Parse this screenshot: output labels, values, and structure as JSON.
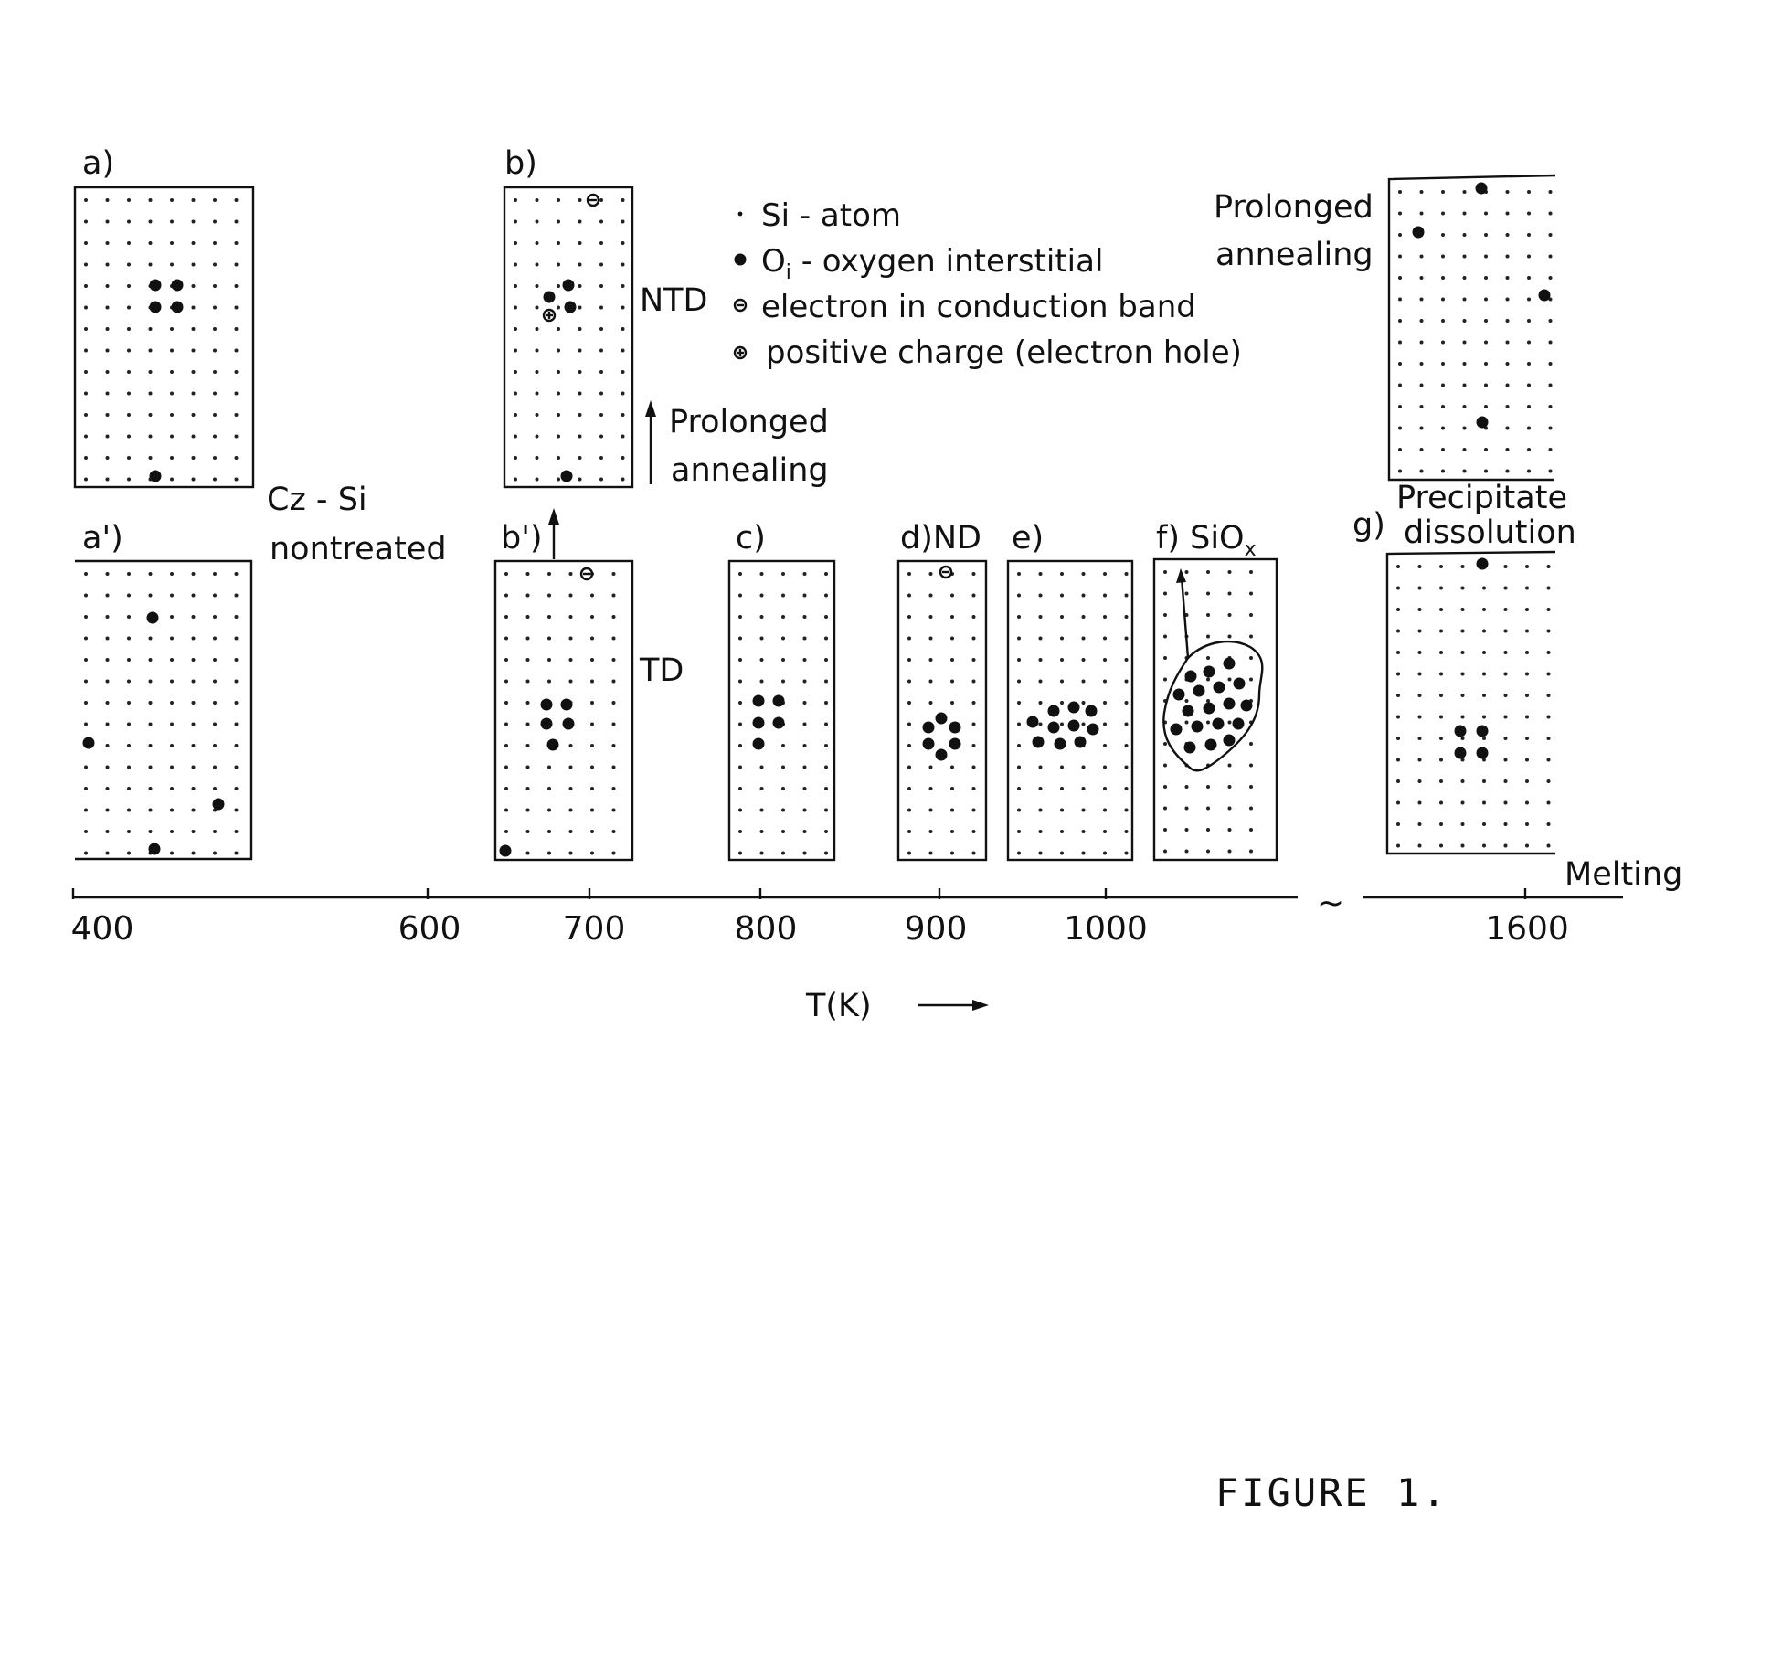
{
  "panels": {
    "a": {
      "label": "a)"
    },
    "b": {
      "label": "b)",
      "side_label": "NTD"
    },
    "a2": {
      "label": "a')"
    },
    "b2": {
      "label": "b')",
      "side_label": "TD"
    },
    "c": {
      "label": "c)"
    },
    "d": {
      "label": "d)ND"
    },
    "e": {
      "label": "e)"
    },
    "f": {
      "label": "f) SiO",
      "label_sub": "x"
    },
    "h": {
      "label": ""
    },
    "g": {
      "label": "g)"
    }
  },
  "annotations": {
    "cz_si_line1": "Cz - Si",
    "cz_si_line2": "nontreated",
    "prolonged_mid_1": "Prolonged",
    "prolonged_mid_2": "annealing",
    "prolonged_right_1": "Prolonged",
    "prolonged_right_2": "annealing",
    "precipitate_1": "Precipitate",
    "precipitate_2": "dissolution",
    "melting": "Melting"
  },
  "legend": {
    "si_atom": "Si - atom",
    "oxygen_prefix": "O",
    "oxygen_sub": "i",
    "oxygen_suffix": " - oxygen interstitial",
    "electron": "electron in conduction band",
    "hole": "positive charge (electron hole)"
  },
  "axis": {
    "ticks": [
      "400",
      "600",
      "700",
      "800",
      "900",
      "1000",
      "1600"
    ],
    "label": "T(K)",
    "break_symbol": "~"
  },
  "caption": "FIGURE 1."
}
